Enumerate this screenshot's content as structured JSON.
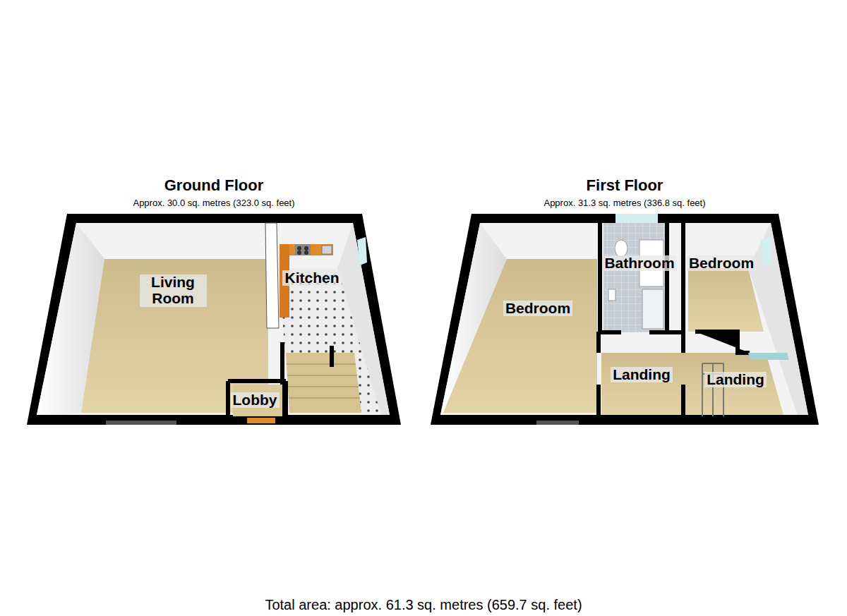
{
  "diagram": {
    "caption": "Total area: approx.  61.3 sq. metres (659.7 sq. feet)",
    "nodes": [
      {
        "text": [
          "Ground Floor",
          "Approx.  30.0 sq. metres (323.0 sq. feet)"
        ]
      },
      {
        "text": [
          "Living Room"
        ],
        "in": 0
      },
      {
        "text": [
          "Kitchen"
        ],
        "in": 0
      },
      {
        "text": [
          "Lobby"
        ],
        "in": 0
      },
      {
        "text": [
          "First Floor",
          "Approx.  31.3 sq. metres (336.8 sq. feet)"
        ]
      },
      {
        "text": [
          "Bedroom"
        ],
        "in": 4
      },
      {
        "text": [
          "Bathroom"
        ],
        "in": 4
      },
      {
        "text": [
          "Bedroom"
        ],
        "in": 4
      },
      {
        "text": [
          "Landing"
        ],
        "in": 4
      },
      {
        "text": [
          "Landing"
        ],
        "in": 4
      }
    ]
  }
}
